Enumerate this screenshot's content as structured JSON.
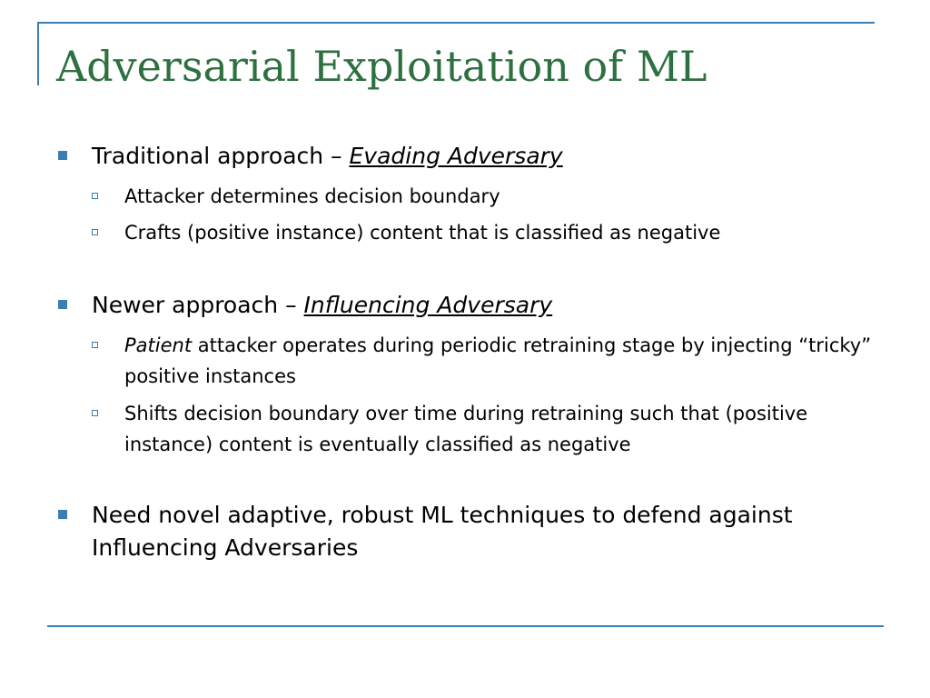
{
  "slide": {
    "title": "Adversarial Exploitation of ML",
    "bullets": [
      {
        "prefix": "Traditional approach – ",
        "emphasis": "Evading Adversary",
        "subs": [
          {
            "text": "Attacker determines decision boundary"
          },
          {
            "text": "Crafts (positive instance) content that is classified as negative"
          }
        ]
      },
      {
        "prefix": "Newer approach – ",
        "emphasis": "Influencing Adversary",
        "subs": [
          {
            "italic": "Patient",
            "text": " attacker operates during periodic retraining stage by injecting “tricky” positive instances"
          },
          {
            "text": "Shifts decision boundary over time during retraining such that (positive instance) content is eventually classified as negative"
          }
        ]
      },
      {
        "prefix": "Need novel adaptive, robust ML techniques to defend against Influencing Adversaries"
      }
    ]
  },
  "colors": {
    "title": "#2E7141",
    "accent": "#3B7EB3",
    "text": "#000000"
  },
  "icons": {
    "level1_bullet": "filled-square-icon",
    "level2_bullet": "hollow-square-icon"
  }
}
